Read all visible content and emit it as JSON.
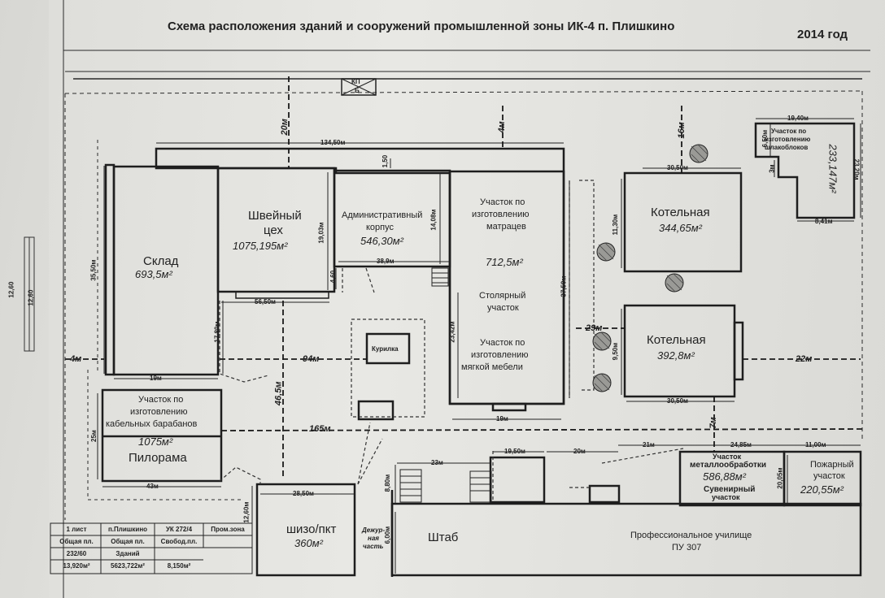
{
  "header": {
    "title": "Схема расположения зданий и сооружений промышленной зоны ИК-4 п. Плишкино",
    "year": "2014 год"
  },
  "buildings": {
    "sklad": {
      "name": "Склад",
      "area": "693,5м²"
    },
    "shveiny": {
      "name1": "Швейный",
      "name2": "цех",
      "area": "1075,195м²"
    },
    "admin": {
      "name1": "Административный",
      "name2": "корпус",
      "area": "546,30м²"
    },
    "matras": {
      "name1": "Участок по",
      "name2": "изготовлению",
      "name3": "матрацев",
      "area": "712,5м²"
    },
    "stolyar": {
      "name1": "Столярный",
      "name2": "участок"
    },
    "mebel": {
      "name1": "Участок по",
      "name2": "изготовлению",
      "name3": "мягкой мебели"
    },
    "kotelnaya1": {
      "name": "Котельная",
      "area": "344,65м²"
    },
    "kotelnaya2": {
      "name": "Котельная",
      "area": "392,8м²"
    },
    "shlakoblok": {
      "name1": "Участок по",
      "name2": "изготовлению",
      "name3": "шлакоблоков",
      "area": "233,147м²"
    },
    "kabel": {
      "name1": "Участок по",
      "name2": "изготовлению",
      "name3": "кабельных барабанов",
      "area": "1075м²"
    },
    "pilorama": {
      "name": "Пилорама"
    },
    "kurilka": {
      "name": "Курилка"
    },
    "shizo": {
      "name": "шизо/пкт",
      "area": "360м²"
    },
    "dezhur": {
      "name1": "Дежур-",
      "name2": "ная",
      "name3": "часть"
    },
    "shtab": {
      "name": "Штаб"
    },
    "uchilishche": {
      "name1": "Профессиональное училище",
      "name2": "ПУ 307"
    },
    "metall": {
      "name1": "Участок",
      "name2": "металлообработки",
      "area": "586,88м²",
      "name3": "Сувенирный",
      "name4": "участок"
    },
    "pozhar": {
      "name1": "Пожарный",
      "name2": "участок",
      "area": "220,55м²"
    }
  },
  "gate": {
    "top": "КП",
    "bottom": "Б"
  },
  "dimensions": {
    "d134": "134,50м",
    "d1_50": "1,50",
    "d4m": "4м",
    "d20m": "20м",
    "d16m": "16м",
    "d19_40": "19,40м",
    "d6_50": "6,50м",
    "d30_50a": "30,50м",
    "d23_20": "23,20м",
    "d3m": "3м",
    "d8_41": "8,41м",
    "d11_30": "11,30м",
    "d35_50": "35,50м",
    "d19_03": "19,03м",
    "d14_08": "14,08м",
    "d37_50": "37,50м",
    "d38_9": "38,9м",
    "d4_60": "4,60",
    "d56_50": "56,50м",
    "d17_80": "17,80м",
    "d23_42": "23,42м",
    "d9_50": "9,50м",
    "d29m": "29м",
    "d4m_left": "4м",
    "d94m": "94м",
    "d22m": "22м",
    "d19m_a": "19м",
    "d19m_b": "19м",
    "d30_50b": "30,50м",
    "d46_5": "46,5м",
    "d7m": "7м",
    "d165": "165м",
    "d25m": "25м",
    "d43m": "43м",
    "d23m": "23м",
    "d19_50": "19,50м",
    "d20m_b": "20м",
    "d21m": "21м",
    "d24_85": "24,85м",
    "d11_00": "11,00м",
    "d20_05": "20,05м",
    "d28_50": "28,50м",
    "d12_60": "12,60м",
    "d8_80": "8,80м",
    "d6_00": "6,00м"
  },
  "stamp": {
    "r1": [
      "1 лист",
      "п.Плишкино",
      "УК 272/4",
      "Пром.зона"
    ],
    "r2": [
      "Общая пл.",
      "Общая пл.",
      "Свобод.пл."
    ],
    "r3": [
      "232/60",
      "Зданий",
      ""
    ],
    "r4": [
      "13,920м²",
      "5623,722м²",
      "8,150м²"
    ]
  },
  "ruler": {
    "a": "12,60",
    "b": "12,60"
  }
}
